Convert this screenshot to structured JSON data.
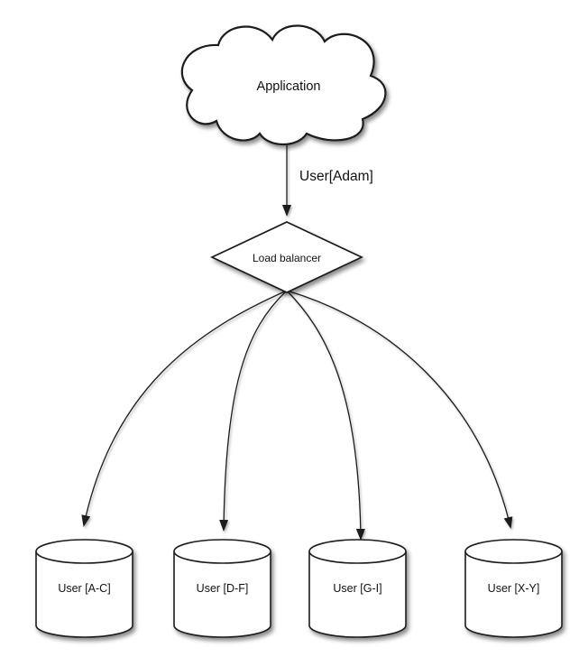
{
  "diagram": {
    "background": "#ffffff",
    "stroke_color": "#1c1c1c",
    "shape_fill": "#ffffff",
    "shadow_color": "#8a8a8a",
    "nodes": {
      "application": {
        "label": "Application",
        "shape": "cloud"
      },
      "load_balancer": {
        "label": "Load balancer",
        "shape": "diamond"
      },
      "shards": [
        {
          "label": "User [A-C]",
          "shape": "cylinder"
        },
        {
          "label": "User [D-F]",
          "shape": "cylinder"
        },
        {
          "label": "User [G-I]",
          "shape": "cylinder"
        },
        {
          "label": "User [X-Y]",
          "shape": "cylinder"
        }
      ]
    },
    "edges": {
      "app_to_lb": {
        "label": "User[Adam]"
      }
    }
  }
}
